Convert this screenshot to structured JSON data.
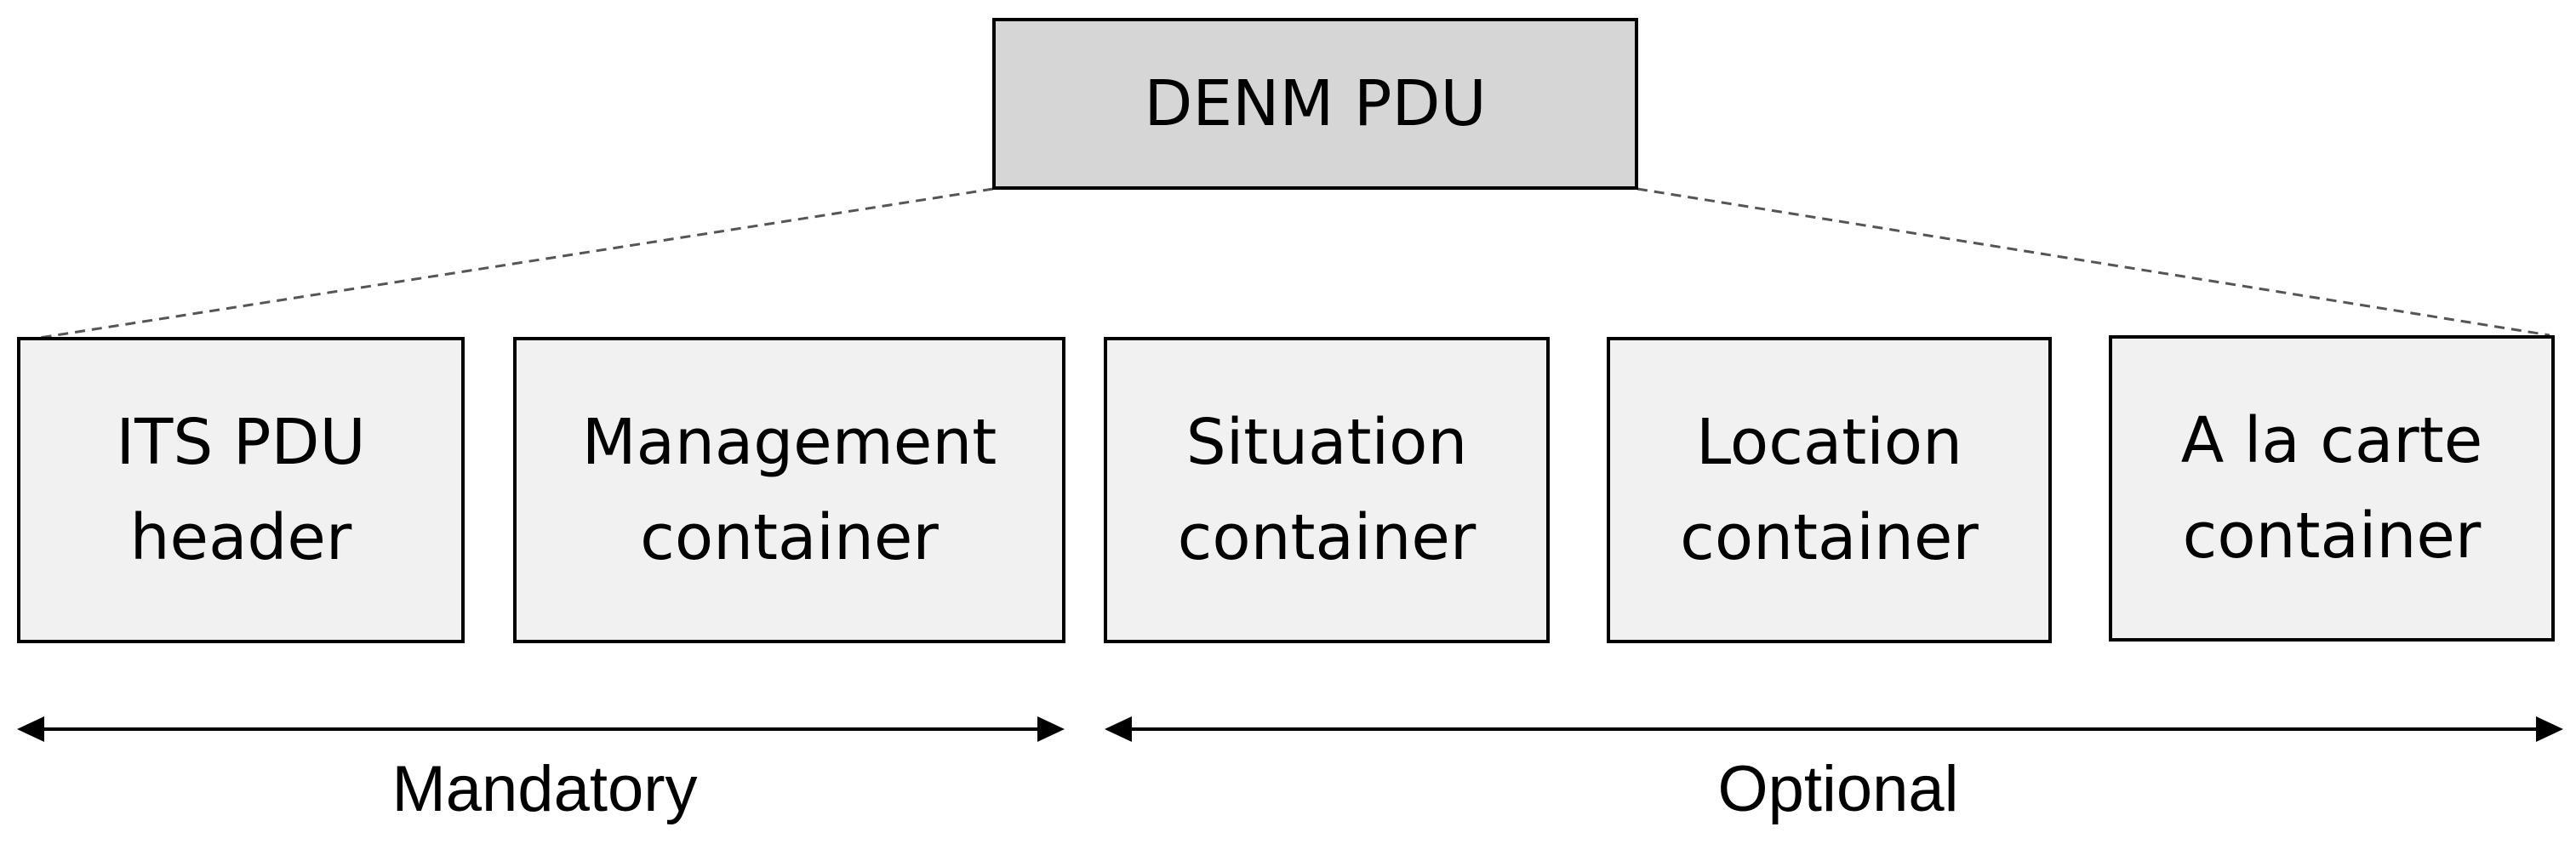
{
  "root": {
    "label": "DENM PDU",
    "fill": "#d6d6d6"
  },
  "containers": [
    {
      "label": "ITS PDU\nheader"
    },
    {
      "label": "Management\ncontainer"
    },
    {
      "label": "Situation\ncontainer"
    },
    {
      "label": "Location\ncontainer"
    },
    {
      "label": "A la carte\ncontainer"
    }
  ],
  "ranges": {
    "mandatory": "Mandatory",
    "optional": "Optional"
  },
  "colors": {
    "box_fill": "#f1f1f1",
    "stroke": "#000000",
    "connector": "#555555"
  }
}
